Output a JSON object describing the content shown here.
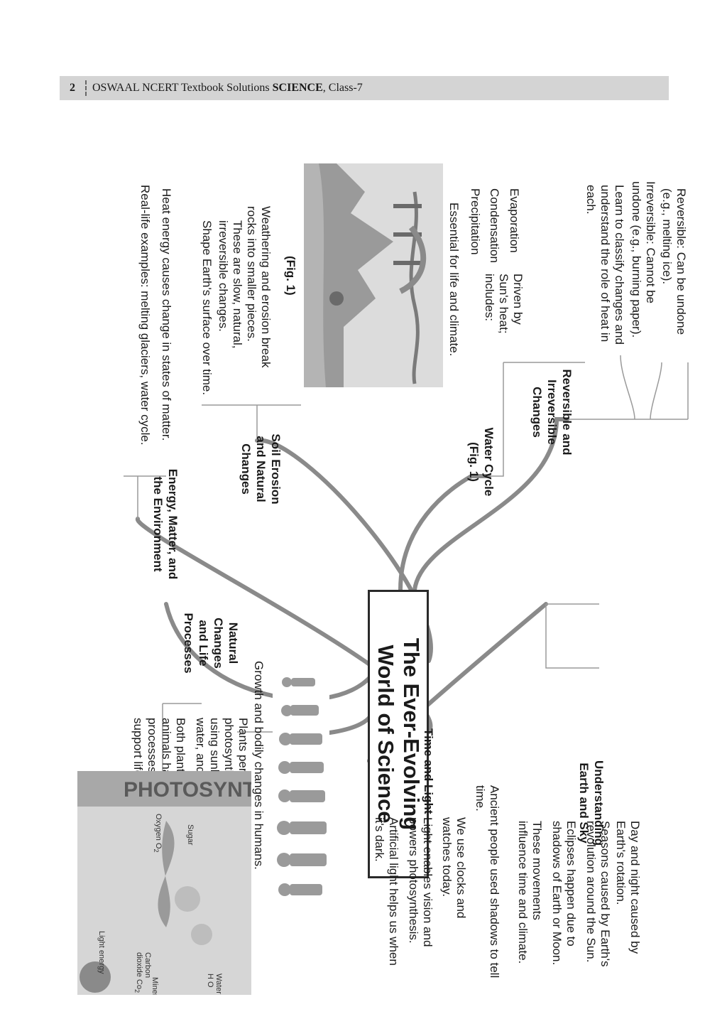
{
  "header": {
    "page_number": "2",
    "title_prefix": "OSWAAL NCERT Textbook Solutions ",
    "title_bold": "SCIENCE",
    "title_suffix": ", Class-7"
  },
  "center": {
    "line1": "The Ever-Evolving",
    "line2": "World of Science"
  },
  "branches": {
    "earth_sky": {
      "title_l1": "Understanding",
      "title_l2": "Earth and Sky",
      "items": [
        "Day and night caused by Earth's rotation.",
        "Seasons caused by Earth's revolution around the Sun.",
        "Eclipses happen due to shadows of Earth or Moon.",
        "These movements influence time and climate."
      ]
    },
    "time_light": {
      "title": "Time and Light",
      "items": [
        "Ancient people used shadows to tell time.",
        "We use clocks and watches today.",
        "Light enables vision and powers photosynthesis.",
        "Artificial light helps us when it's dark."
      ]
    },
    "life": {
      "title_l1": "Natural",
      "title_l2": "Changes",
      "title_l3": "and Life",
      "title_l4": "Processes",
      "items": [
        "Growth and bodily changes in humans.",
        "Plants perform photosynthesis using sunlight, water, and air.",
        "Both plants and animals have processes to support life."
      ]
    },
    "reversible": {
      "title_l1": "Reversible and",
      "title_l2": "Irreversible",
      "title_l3": "Changes",
      "items": [
        "Reversible: Can be undone (e.g., melting ice).",
        "Irreversible: Cannot be undone (e.g., burning paper).",
        "Learn to classify changes and understand the role of heat in each."
      ]
    },
    "water": {
      "title_l1": "Water Cycle",
      "title_l2": "(Fig. 1)",
      "driven": "Driven by Sun's heat; includes:",
      "sub": [
        "Evaporation",
        "Condensation",
        "Precipitation"
      ],
      "essential": "Essential for life and climate.",
      "fig_caption": "(Fig. 1)"
    },
    "soil": {
      "title_l1": "Soil Erosion",
      "title_l2": "and Natural",
      "title_l3": "Changes",
      "items": [
        "Weathering and erosion break rocks into smaller pieces.",
        "These are slow, natural, irreversible changes.",
        "Shape Earth's surface over time."
      ]
    },
    "energy": {
      "title_l1": "Energy, Matter, and",
      "title_l2": "the Environment",
      "items": [
        "Heat energy causes change in states of matter.",
        "Real-life examples: melting glaciers, water cycle."
      ]
    }
  },
  "photosynthesis_image": {
    "title": "PHOTOSYNTHESIS",
    "labels": {
      "light": "Light",
      "energy": "energy",
      "co2": "Carbon dioxide",
      "co2_formula": "Co",
      "minerals": "Minerals",
      "oxygen": "Oxygen",
      "o2": "O",
      "sugar": "Sugar",
      "water": "Water",
      "h2o": "H O"
    }
  }
}
